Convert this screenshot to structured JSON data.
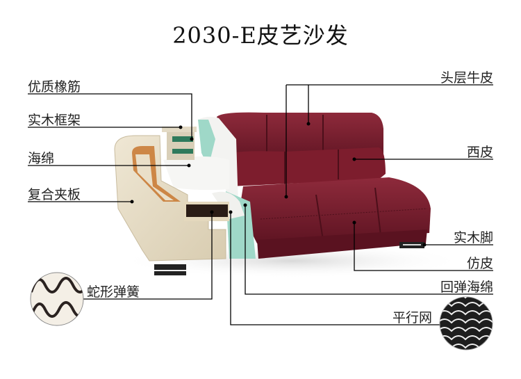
{
  "title": "2030-E皮艺沙发",
  "labels_left": [
    {
      "id": "rubber-band",
      "text": "优质橡筋"
    },
    {
      "id": "wood-frame",
      "text": "实木框架"
    },
    {
      "id": "sponge",
      "text": "海绵"
    },
    {
      "id": "plywood",
      "text": "复合夹板"
    },
    {
      "id": "serpentine-spring",
      "text": "蛇形弹簧"
    }
  ],
  "labels_right": [
    {
      "id": "top-grain-leather",
      "text": "头层牛皮"
    },
    {
      "id": "western-leather",
      "text": "西皮"
    },
    {
      "id": "wood-feet",
      "text": "实木脚"
    },
    {
      "id": "faux-leather",
      "text": "仿皮"
    },
    {
      "id": "resilient-sponge",
      "text": "回弹海绵"
    },
    {
      "id": "parallel-mesh",
      "text": "平行网"
    }
  ],
  "colors": {
    "leather": "#7a1f2e",
    "leather_highlight": "#9a3445",
    "wood": "#e6dcc6",
    "foam_teal": "#9fd8c8",
    "foam_white": "#f2f2f0",
    "rubber_green": "#2f7a5c",
    "line": "#000000"
  }
}
